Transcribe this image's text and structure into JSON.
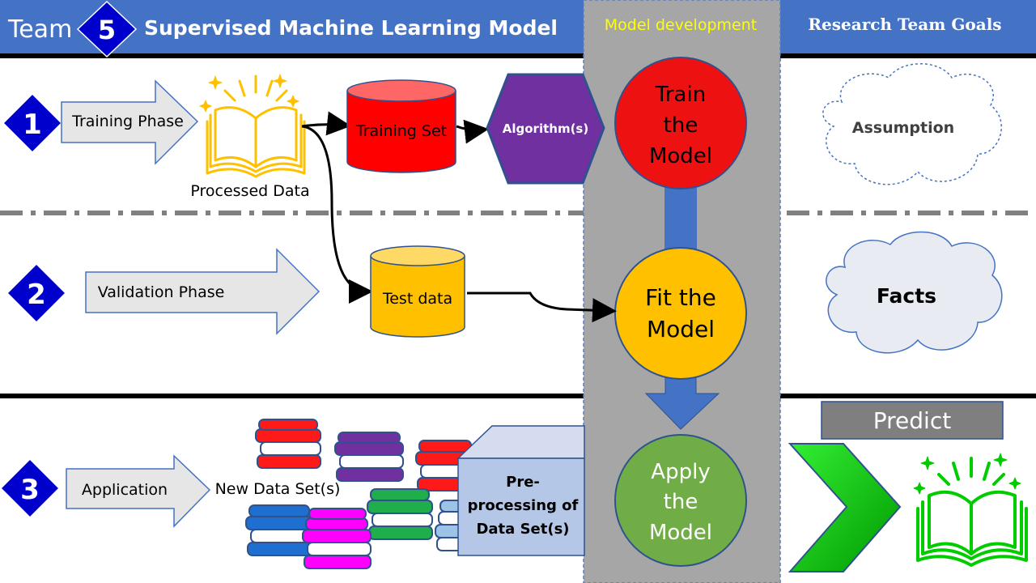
{
  "header": {
    "team_label": "Team",
    "team_number": "5",
    "title": "Supervised Machine Learning Model",
    "model_dev_label": "Model development",
    "goals_label": "Research Team Goals"
  },
  "phases": [
    {
      "number": "1",
      "label": "Training Phase"
    },
    {
      "number": "2",
      "label": "Validation Phase"
    },
    {
      "number": "3",
      "label": "Application"
    }
  ],
  "nodes": {
    "processed_data": "Processed Data",
    "training_set": "Training Set",
    "algorithm": "Algorithm(s)",
    "test_data": "Test data",
    "new_data_sets": "New Data Set(s)",
    "preprocessing": [
      "Pre-",
      "processing of",
      "Data Set(s)"
    ]
  },
  "model_steps": [
    {
      "lines": [
        "Train",
        "the",
        "Model"
      ],
      "color": "#ee1111"
    },
    {
      "lines": [
        "Fit the",
        "Model"
      ],
      "color": "#ffc000"
    },
    {
      "lines": [
        "Apply",
        "the",
        "Model"
      ],
      "color": "#70ad47"
    }
  ],
  "goals": {
    "assumption": "Assumption",
    "facts": "Facts",
    "predict": "Predict"
  },
  "colors": {
    "header_blue": "#4472c4",
    "diamond_blue": "#0000cc",
    "model_panel_gray": "#a6a6a6",
    "training_red": "#ff0000",
    "algorithm_purple": "#7030a0",
    "test_yellow": "#ffc000",
    "book_gold": "#ffc000",
    "predict_green": "#00cc00"
  }
}
